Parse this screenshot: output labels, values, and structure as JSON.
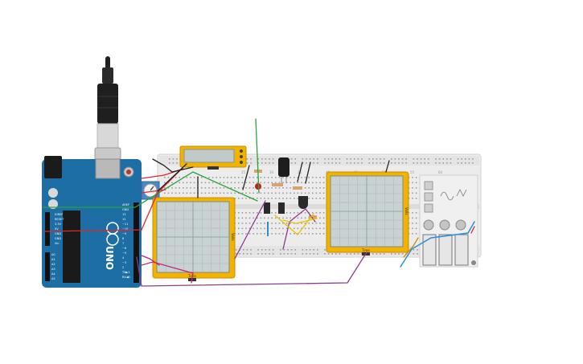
{
  "arduino": {
    "brand_label": "UNO",
    "power_labels": [
      "IOREF",
      "RESET",
      "3.3V",
      "5V",
      "GND",
      "GND",
      "Vin"
    ],
    "analog_labels": [
      "A0",
      "A1",
      "A2",
      "A3",
      "A4",
      "A5"
    ],
    "digital_labels": [
      "AREF",
      "GND",
      "13",
      "12",
      "~11",
      "~10",
      "~9",
      "8",
      "7",
      "~6",
      "~5",
      "4",
      "~3",
      "2",
      "TX▶1",
      "RX◀0"
    ]
  },
  "lcd": {
    "label": ""
  },
  "oscilloscope_left": {
    "time_label": "Time",
    "volts_label": "Volts"
  },
  "oscilloscope_right": {
    "time_label": "Time",
    "volts_label": "Volts"
  },
  "breadboard": {
    "row_markers": [
      "25",
      "30",
      "35",
      "40",
      "45",
      "50",
      "55",
      "60"
    ]
  },
  "colors": {
    "arduino_blue": "#1c6ea4",
    "scope_frame": "#f2b300",
    "wire_red": "#e0262e",
    "wire_green": "#2aa33a",
    "wire_purple": "#8e3a8c",
    "wire_black": "#222222",
    "wire_magenta": "#c2267a",
    "wire_blue": "#2a8fd6",
    "wire_yellow": "#e8c300",
    "breadboard": "#ececec"
  }
}
